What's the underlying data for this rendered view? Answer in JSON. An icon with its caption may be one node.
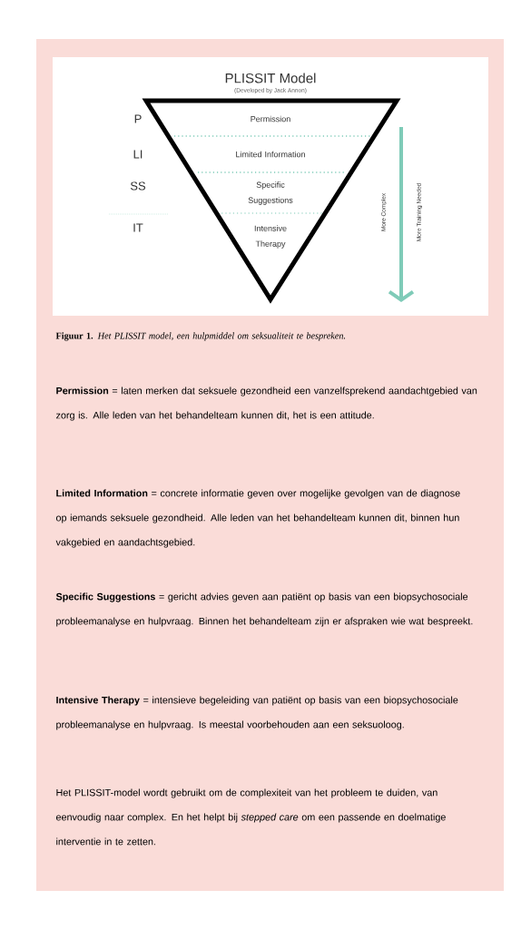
{
  "diagram": {
    "title": "PLISSIT Model",
    "caption": "**Figuur 1.** *Het PLISSIT model, een hulpmiddel om seksualiteit te bespreken.*",
    "nodes": [
      {
        "text": [
          "Permission"
        ]
      },
      {
        "text": [
          "Limited Information"
        ]
      },
      {
        "text": [
          "Specific Suggestions"
        ]
      },
      {
        "text": [
          "Intensive Therapy"
        ]
      }
    ],
    "labels": [
      "(Developed by Jack Annon)",
      "P",
      "LI",
      "SS",
      "IT",
      "More Complex",
      "More Training Needed",
      "**Permission** = laten merken dat seksuele gezondheid een vanzelfsprekend aandachtgebied van zorg is. Alle leden van het behandelteam kunnen dit, het is een attitude.",
      "**Limited Information** = concrete informatie geven over mogelijke gevolgen van de diagnose op iemands seksuele gezondheid. Alle leden van het behandelteam kunnen dit, binnen hun vakgebied en aandachtsgebied.",
      "**Specific Suggestions** = gericht advies geven aan patiënt op basis van een biopsychosociale probleemanalyse en hulpvraag. Binnen het behandelteam zijn er afspraken wie wat bespreekt.",
      "**Intensive Therapy** = intensieve begeleiding van patiënt op basis van een biopsychosociale probleemanalyse en hulpvraag. Is meestal voorbehouden aan een seksuoloog.",
      "Het PLISSIT-model wordt gebruikt om de complexiteit van het probleem te duiden, van eenvoudig naar complex. En het helpt bij *stepped care* om een passende en doelmatige interventie in te zetten."
    ]
  }
}
